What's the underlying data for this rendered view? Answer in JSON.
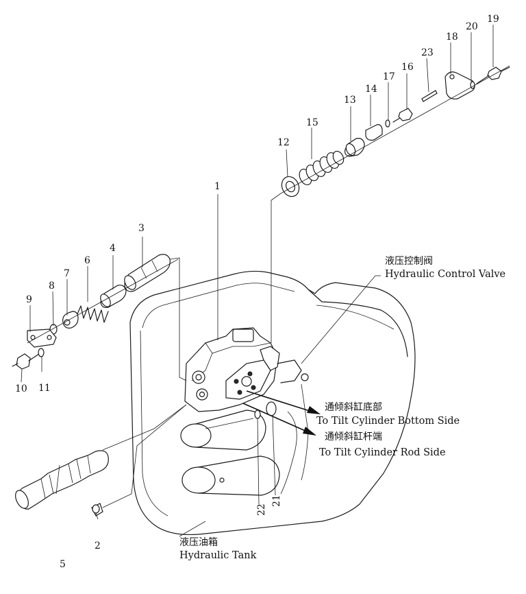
{
  "labels": {
    "control_valve_cn": "液压控制阀",
    "control_valve_en": "Hydraulic Control Valve",
    "bottom_side_cn": "通倾斜缸底部",
    "bottom_side_en": "To Tilt Cylinder Bottom Side",
    "rod_side_cn": "通倾斜缸杆端",
    "rod_side_en": "To Tilt Cylinder Rod Side",
    "tank_cn": "液压油箱",
    "tank_en": "Hydraulic Tank"
  },
  "parts": {
    "p1": "1",
    "p2": "2",
    "p3": "3",
    "p4": "4",
    "p5": "5",
    "p6": "6",
    "p7": "7",
    "p8": "8",
    "p9": "9",
    "p10": "10",
    "p11": "11",
    "p12": "12",
    "p13": "13",
    "p14": "14",
    "p15": "15",
    "p16": "16",
    "p17": "17",
    "p18": "18",
    "p19": "19",
    "p20": "20",
    "p21": "21",
    "p22": "22",
    "p23": "23"
  }
}
